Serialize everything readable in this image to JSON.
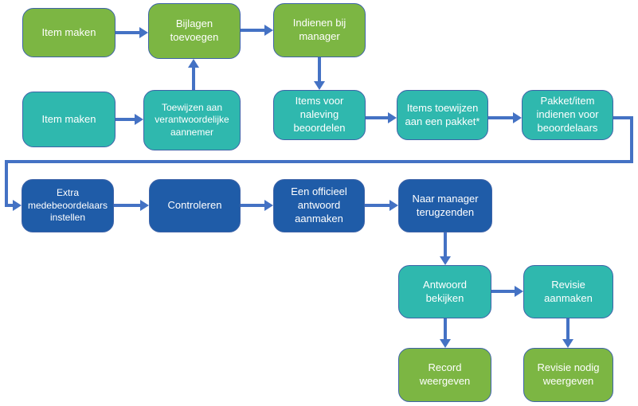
{
  "diagram": {
    "type": "flowchart",
    "language": "Dutch",
    "colors": {
      "background": "#ffffff",
      "green": "#7cb643",
      "teal": "#2fb8ae",
      "blue": "#1f5ca8",
      "arrow": "#4472c4",
      "border": "#3e63a8",
      "text": "#ffffff"
    },
    "nodes": [
      {
        "id": "item-maken-top",
        "label": "Item maken",
        "fill": "green"
      },
      {
        "id": "bijlagen-toevoegen",
        "label": "Bijlagen toevoegen",
        "fill": "green"
      },
      {
        "id": "indienen-bij-manager",
        "label": "Indienen bij manager",
        "fill": "green"
      },
      {
        "id": "item-maken-bottom",
        "label": "Item maken",
        "fill": "teal"
      },
      {
        "id": "toewijzen-aannemer",
        "label": "Toewijzen aan verantwoordelijke aannemer",
        "fill": "teal"
      },
      {
        "id": "items-voor-naleving",
        "label": "Items voor naleving beoordelen",
        "fill": "teal"
      },
      {
        "id": "items-toewijzen-pakket",
        "label": "Items toewijzen aan een pakket*",
        "fill": "teal"
      },
      {
        "id": "pakket-item-indienen",
        "label": "Pakket/item indienen voor beoordelaars",
        "fill": "teal"
      },
      {
        "id": "extra-medebeoordelaars",
        "label": "Extra medebeoordelaars instellen",
        "fill": "blue"
      },
      {
        "id": "controleren",
        "label": "Controleren",
        "fill": "blue"
      },
      {
        "id": "officieel-antwoord",
        "label": "Een officieel antwoord aanmaken",
        "fill": "blue"
      },
      {
        "id": "naar-manager-terugzenden",
        "label": "Naar manager terugzenden",
        "fill": "blue"
      },
      {
        "id": "antwoord-bekijken",
        "label": "Antwoord bekijken",
        "fill": "teal"
      },
      {
        "id": "revisie-aanmaken",
        "label": "Revisie aanmaken",
        "fill": "teal"
      },
      {
        "id": "record-weergeven",
        "label": "Record weergeven",
        "fill": "green"
      },
      {
        "id": "revisie-nodig-weergeven",
        "label": "Revisie nodig weergeven",
        "fill": "green"
      }
    ],
    "edges": [
      {
        "from": "item-maken-top",
        "to": "bijlagen-toevoegen"
      },
      {
        "from": "bijlagen-toevoegen",
        "to": "indienen-bij-manager"
      },
      {
        "from": "indienen-bij-manager",
        "to": "items-voor-naleving"
      },
      {
        "from": "item-maken-bottom",
        "to": "toewijzen-aannemer"
      },
      {
        "from": "toewijzen-aannemer",
        "to": "bijlagen-toevoegen"
      },
      {
        "from": "items-voor-naleving",
        "to": "items-toewijzen-pakket"
      },
      {
        "from": "items-toewijzen-pakket",
        "to": "pakket-item-indienen"
      },
      {
        "from": "pakket-item-indienen",
        "to": "extra-medebeoordelaars"
      },
      {
        "from": "extra-medebeoordelaars",
        "to": "controleren"
      },
      {
        "from": "controleren",
        "to": "officieel-antwoord"
      },
      {
        "from": "officieel-antwoord",
        "to": "naar-manager-terugzenden"
      },
      {
        "from": "naar-manager-terugzenden",
        "to": "antwoord-bekijken"
      },
      {
        "from": "antwoord-bekijken",
        "to": "revisie-aanmaken"
      },
      {
        "from": "antwoord-bekijken",
        "to": "record-weergeven"
      },
      {
        "from": "revisie-aanmaken",
        "to": "revisie-nodig-weergeven"
      }
    ]
  }
}
